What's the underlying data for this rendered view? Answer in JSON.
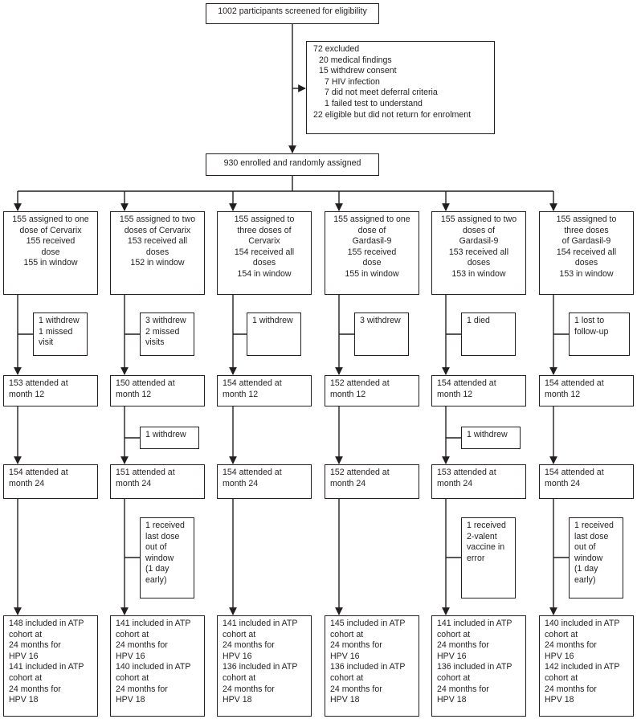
{
  "screened": "1002 participants screened for eligibility",
  "excluded": {
    "title": "72 excluded",
    "reasons": [
      "20 medical findings",
      "15 withdrew consent",
      "7 HIV infection",
      "7 did not meet deferral criteria",
      "1 failed test to understand",
      "22 eligible but did not return for enrolment"
    ]
  },
  "enrolled": "930 enrolled and randomly assigned",
  "arms": [
    {
      "assigned": [
        "155 assigned to one",
        "dose of Cervarix",
        "155 received",
        "dose",
        "155 in window"
      ],
      "loss1": [
        "1 withdrew",
        "1 missed",
        "visit"
      ],
      "month12": [
        "153 attended at",
        "month 12"
      ],
      "loss2": [],
      "month24": [
        "154 attended at",
        "month 24"
      ],
      "loss3": [],
      "final": [
        "148 included in ATP",
        "cohort at",
        "24 months for",
        "HPV 16",
        "141 included in ATP",
        "cohort at",
        "24 months for",
        "HPV 18"
      ]
    },
    {
      "assigned": [
        "155 assigned to two",
        "doses of Cervarix",
        "153 received all",
        "doses",
        "152 in window"
      ],
      "loss1": [
        "3 withdrew",
        "2 missed",
        "visits"
      ],
      "month12": [
        "150 attended at",
        "month 12"
      ],
      "loss2": [
        "1 withdrew"
      ],
      "month24": [
        "151 attended at",
        "month 24"
      ],
      "loss3": [
        "1 received",
        "last dose",
        "out of",
        "window",
        "(1 day",
        "early)"
      ],
      "final": [
        "141 included in ATP",
        "cohort at",
        "24 months for",
        "HPV 16",
        "140 included in ATP",
        "cohort at",
        "24 months for",
        "HPV 18"
      ]
    },
    {
      "assigned": [
        "155 assigned to",
        "three doses of",
        "Cervarix",
        "154 received all",
        "doses",
        "154 in window"
      ],
      "loss1": [
        "1 withdrew"
      ],
      "month12": [
        "154 attended at",
        "month 12"
      ],
      "loss2": [],
      "month24": [
        "154 attended at",
        "month 24"
      ],
      "loss3": [],
      "final": [
        "141 included in ATP",
        "cohort at",
        "24 months for",
        "HPV 16",
        "136 included in ATP",
        "cohort at",
        "24 months for",
        "HPV 18"
      ]
    },
    {
      "assigned": [
        "155 assigned to one",
        "dose of",
        "Gardasil-9",
        "155 received",
        "dose",
        "155 in window"
      ],
      "loss1": [
        "3 withdrew"
      ],
      "month12": [
        "152 attended at",
        "month 12"
      ],
      "loss2": [],
      "month24": [
        "152 attended at",
        "month 24"
      ],
      "loss3": [],
      "final": [
        "145 included in ATP",
        "cohort at",
        "24 months for",
        "HPV 16",
        "136 included in ATP",
        "cohort at",
        "24 months for",
        "HPV 18"
      ]
    },
    {
      "assigned": [
        "155 assigned to two",
        "doses of",
        "Gardasil-9",
        "153 received all",
        "doses",
        "153 in window"
      ],
      "loss1": [
        "1 died"
      ],
      "month12": [
        "154 attended at",
        "month 12"
      ],
      "loss2": [
        "1 withdrew"
      ],
      "month24": [
        "153 attended at",
        "month 24"
      ],
      "loss3": [
        "1 received",
        "2-valent",
        "vaccine in",
        "error"
      ],
      "final": [
        "141 included in ATP",
        "cohort at",
        "24 months for",
        "HPV 16",
        "136 included in ATP",
        "cohort at",
        "24 months for",
        "HPV 18"
      ]
    },
    {
      "assigned": [
        "155 assigned to",
        "three doses",
        "of Gardasil-9",
        "154 received all",
        "doses",
        "153 in window"
      ],
      "loss1": [
        "1 lost to",
        "follow-up"
      ],
      "month12": [
        "154 attended at",
        "month 12"
      ],
      "loss2": [],
      "month24": [
        "154 attended at",
        "month 24"
      ],
      "loss3": [
        "1 received",
        "last dose",
        "out of",
        "window",
        "(1 day",
        "early)"
      ],
      "final": [
        "140 included in ATP",
        "cohort at",
        "24 months for",
        "HPV 16",
        "142 included in ATP",
        "cohort at",
        "24 months for",
        "HPV 18"
      ]
    }
  ]
}
